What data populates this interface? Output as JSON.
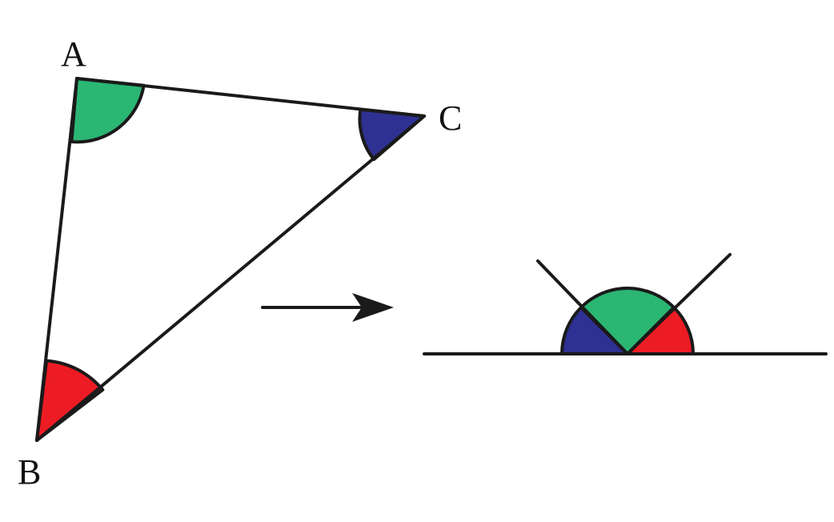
{
  "labels": {
    "vertex_a": "A",
    "vertex_b": "B",
    "vertex_c": "C"
  },
  "colors": {
    "angle_a": "#2bb673",
    "angle_b": "#ed1c24",
    "angle_c": "#2e3192",
    "stroke": "#1a1a1a"
  }
}
